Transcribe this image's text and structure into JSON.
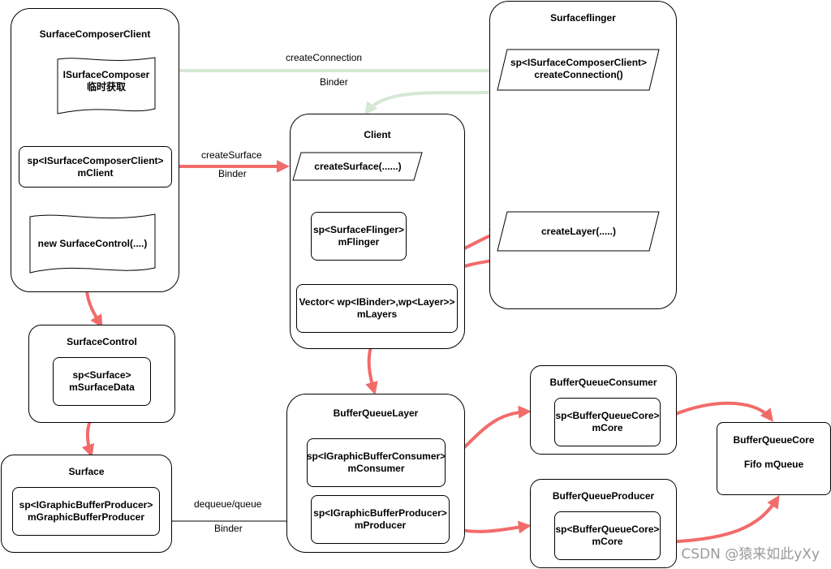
{
  "containers": {
    "composer_client": "SurfaceComposerClient",
    "surfaceflinger": "Surfaceflinger",
    "client": "Client",
    "surface_control": "SurfaceControl",
    "surface": "Surface",
    "buffer_queue_layer": "BufferQueueLayer",
    "bq_consumer": "BufferQueueConsumer",
    "bq_producer": "BufferQueueProducer",
    "bq_core": "BufferQueueCore"
  },
  "nodes": {
    "isurface_composer": [
      "ISurfaceComposer",
      "临时获取"
    ],
    "sp_mclient": [
      "sp<ISurfaceComposerClient>",
      "mClient"
    ],
    "new_surface_control": "new SurfaceControl(....)",
    "sp_create_connection": [
      "sp<ISurfaceComposerClient>",
      "createConnection()"
    ],
    "create_surface": "createSurface(......)",
    "sp_mflinger": [
      "sp<SurfaceFlinger>",
      "mFlinger"
    ],
    "create_layer": "createLayer(.....)",
    "mlayers": [
      "Vector< wp<IBinder>,wp<Layer>>",
      "mLayers"
    ],
    "msurface_data": [
      "sp<Surface>",
      "mSurfaceData"
    ],
    "mgraphic_buffer_producer": [
      "sp<IGraphicBufferProducer>",
      "mGraphicBufferProducer"
    ],
    "mconsumer": [
      "sp<IGraphicBufferConsumer>",
      "mConsumer"
    ],
    "mproducer": [
      "sp<IGraphicBufferProducer>",
      "mProducer"
    ],
    "consumer_mcore": [
      "sp<BufferQueueCore>",
      "mCore"
    ],
    "producer_mcore": [
      "sp<BufferQueueCore>",
      "mCore"
    ],
    "fifo_mqueue": "Fifo mQueue"
  },
  "edge_labels": {
    "create_connection": "createConnection",
    "binder_top": "Binder",
    "create_surface": "createSurface",
    "binder_mid": "Binder",
    "dequeue_queue": "dequeue/queue",
    "binder_bottom": "Binder"
  },
  "watermark": "CSDN @猿来如此yXy",
  "colors": {
    "red_arrow": "#f26b6b",
    "green_arrow": "#d5e8d4",
    "border": "#000000"
  }
}
